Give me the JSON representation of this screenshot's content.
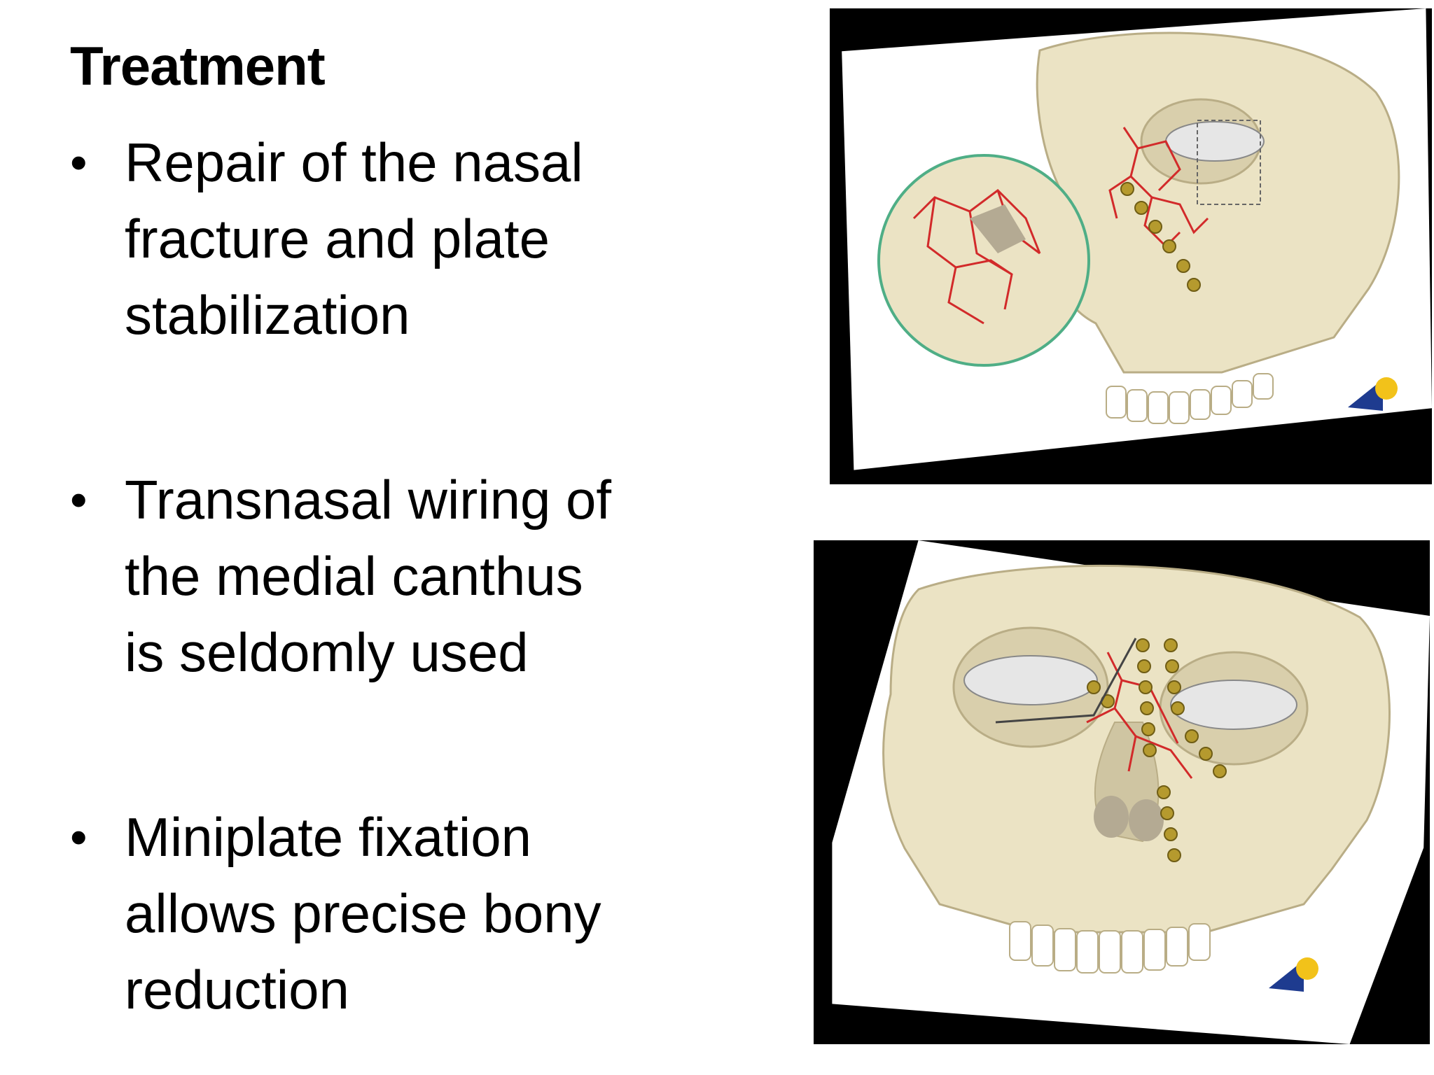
{
  "slide": {
    "title": "Treatment",
    "bullets": [
      {
        "text": "Repair of the nasal\nfracture and plate\nstabilization"
      },
      {
        "text": "Transnasal wiring of\nthe medial canthus\nis seldomly used"
      },
      {
        "text": "Miniplate fixation\nallows precise bony\nreduction"
      }
    ],
    "bullet_symbol": "•"
  },
  "illustrations": [
    {
      "name": "skull-oblique-nasal-fracture",
      "icon": "skull-illustration"
    },
    {
      "name": "skull-frontal-miniplate-fixation",
      "icon": "skull-illustration"
    }
  ],
  "colors": {
    "bone": "#ebe3c4",
    "bone_outline": "#b9ad86",
    "fracture_line": "#d22a2a",
    "plate": "#b59a2e",
    "magnifier_ring": "#4fae86",
    "logo_blue": "#1e3b8f",
    "logo_yellow": "#f2c21a"
  }
}
